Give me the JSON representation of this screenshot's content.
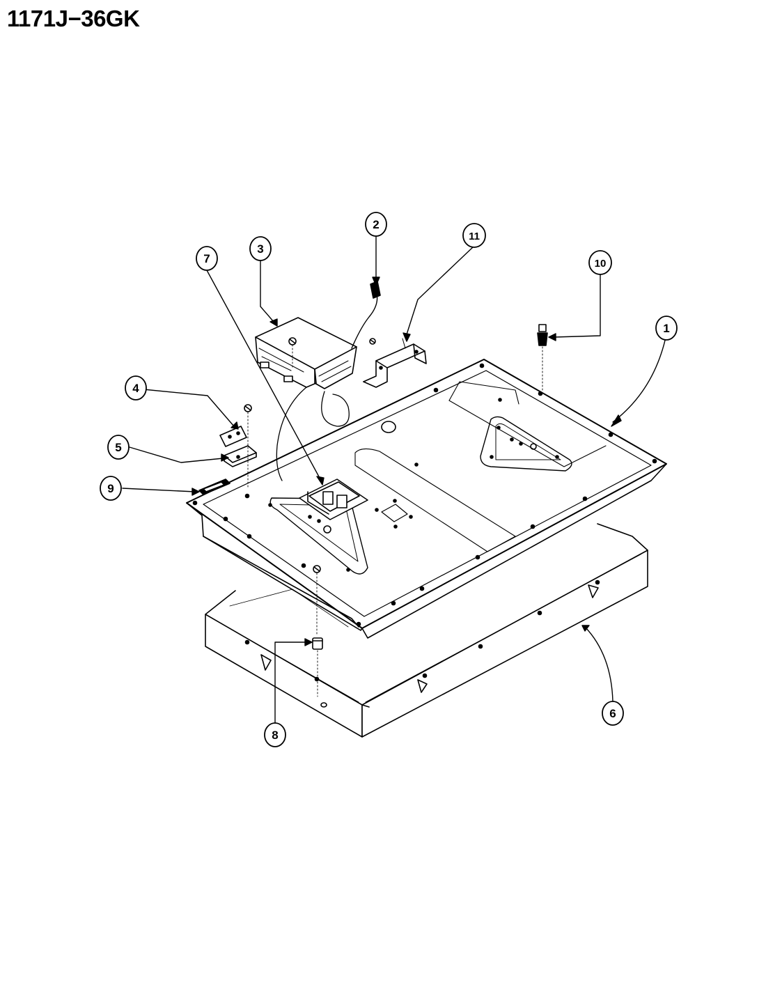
{
  "title": "1171J−36GK",
  "callouts": [
    {
      "id": "c1",
      "label": "1"
    },
    {
      "id": "c2",
      "label": "2"
    },
    {
      "id": "c3",
      "label": "3"
    },
    {
      "id": "c4",
      "label": "4"
    },
    {
      "id": "c5",
      "label": "5"
    },
    {
      "id": "c6",
      "label": "6"
    },
    {
      "id": "c7",
      "label": "7"
    },
    {
      "id": "c8",
      "label": "8"
    },
    {
      "id": "c9",
      "label": "9"
    },
    {
      "id": "c10",
      "label": "10"
    },
    {
      "id": "c11",
      "label": "11"
    }
  ]
}
